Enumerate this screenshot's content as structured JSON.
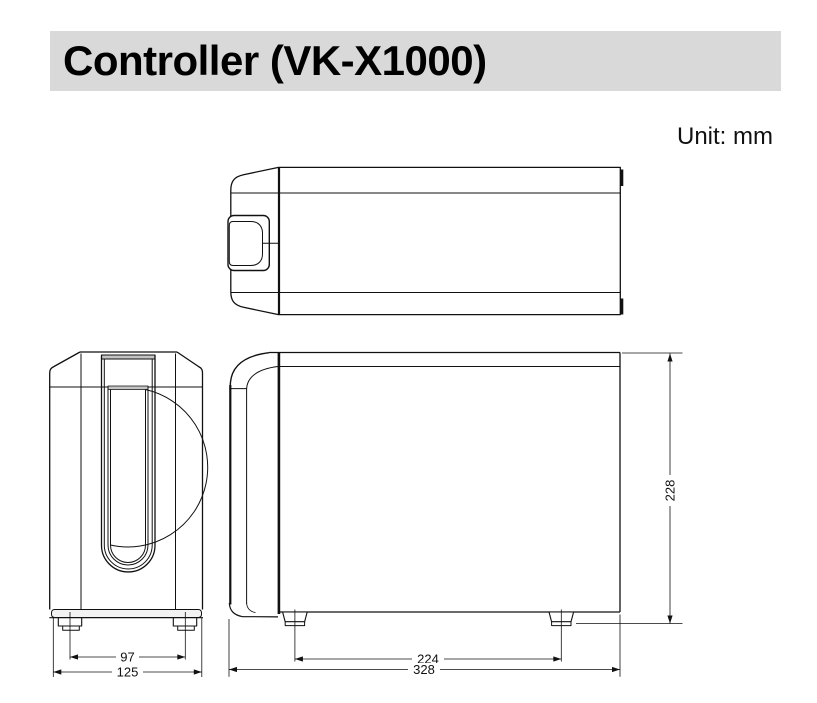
{
  "header": {
    "title": "Controller (VK-X1000)",
    "bg_color": "#d9d9d9"
  },
  "unit_label": "Unit: mm",
  "drawing": {
    "line_color": "#111111",
    "dimensions": {
      "front_feet_pitch": "97",
      "front_overall_width": "125",
      "side_feet_pitch": "224",
      "overall_depth": "328",
      "overall_height": "228"
    }
  }
}
